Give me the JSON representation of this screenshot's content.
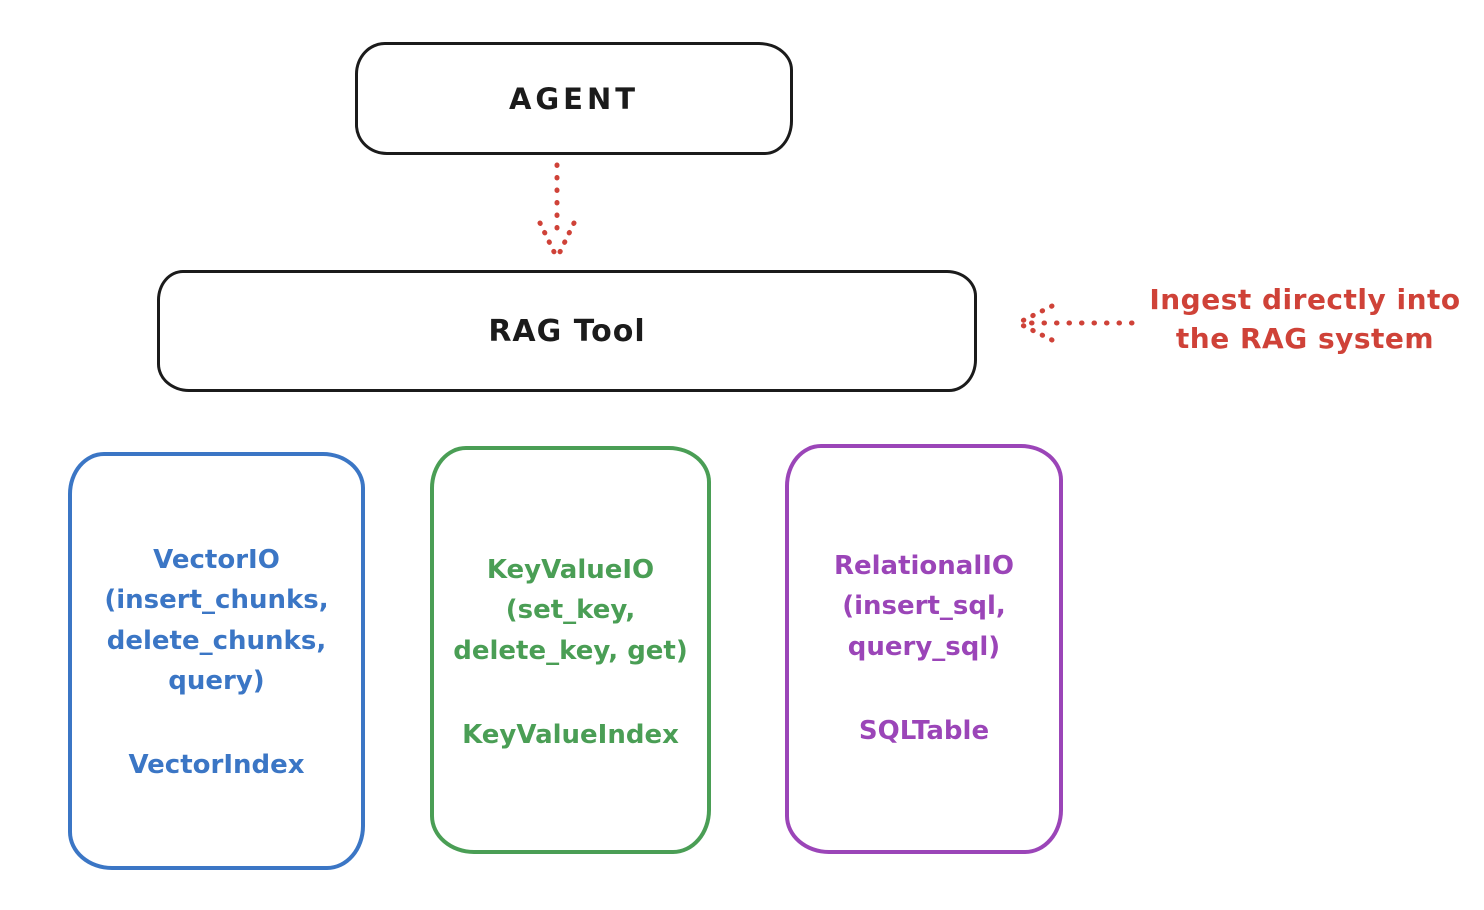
{
  "diagram": {
    "agent": {
      "label": "AGENT"
    },
    "rag_tool": {
      "label": "RAG Tool"
    },
    "ingest_annotation": {
      "line1": "Ingest directly into",
      "line2": "the RAG system"
    },
    "io_boxes": [
      {
        "lines": [
          "VectorIO",
          "(insert_chunks,",
          "delete_chunks,",
          "query)"
        ],
        "index_label": "VectorIndex",
        "color": "#3b76c5"
      },
      {
        "lines": [
          "KeyValueIO",
          "(set_key,",
          "delete_key, get)"
        ],
        "index_label": "KeyValueIndex",
        "color": "#4a9e55"
      },
      {
        "lines": [
          "RelationalIO",
          "(insert_sql,",
          "query_sql)"
        ],
        "index_label": "SQLTable",
        "color": "#9b45b8"
      }
    ],
    "colors": {
      "stroke": "#1b1b1b",
      "accent_red": "#cf4238",
      "background": "#ffffff"
    }
  }
}
